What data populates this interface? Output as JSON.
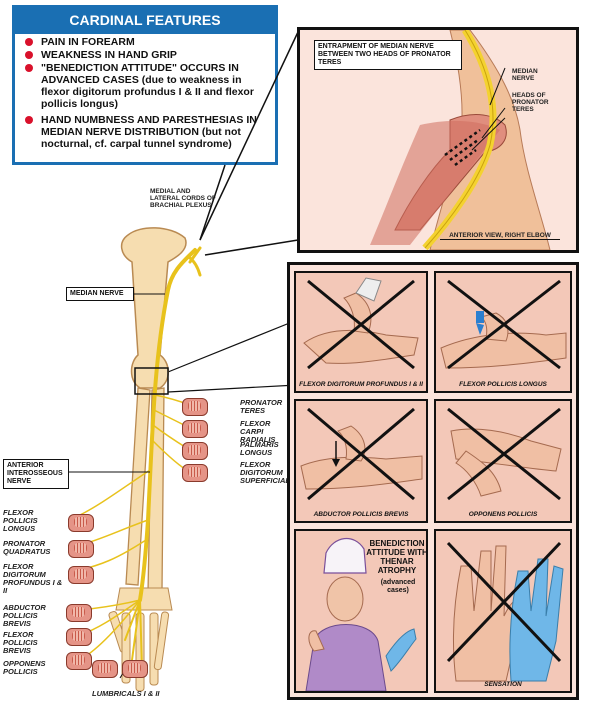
{
  "cardinal_features": {
    "title": "CARDINAL FEATURES",
    "items": [
      "PAIN IN FOREARM",
      "WEAKNESS IN HAND GRIP",
      "\"BENEDICTION ATTITUDE\" OCCURS IN ADVANCED CASES (due to weakness in flexor digitorum profundus I & II and flexor pollicis longus)",
      "HAND NUMBNESS AND PARESTHESIAS IN MEDIAN NERVE DISTRIBUTION (but not nocturnal, cf. carpal tunnel syndrome)"
    ]
  },
  "entrapment_panel": {
    "title": "ENTRAPMENT OF MEDIAN NERVE BETWEEN TWO HEADS OF PRONATOR TERES",
    "label_median_nerve": "MEDIAN NERVE",
    "label_heads": "HEADS OF PRONATOR TERES",
    "caption": "ANTERIOR VIEW, RIGHT ELBOW"
  },
  "arm_labels": {
    "cords": "MEDIAL AND LATERAL CORDS OF BRACHIAL PLEXUS",
    "median_nerve": "MEDIAN NERVE",
    "anterior_interosseous": "ANTERIOR INTEROSSEOUS NERVE",
    "lumbricals": "LUMBRICALS I & II"
  },
  "muscles_right": [
    "PRONATOR TERES",
    "FLEXOR CARPI RADIALIS",
    "PALMARIS LONGUS",
    "FLEXOR DIGITORUM SUPERFICIALIS"
  ],
  "muscles_left": [
    "FLEXOR POLLICIS LONGUS",
    "PRONATOR QUADRATUS",
    "FLEXOR DIGITORUM PROFUNDUS I & II",
    "ABDUCTOR POLLICIS BREVIS",
    "FLEXOR POLLICIS BREVIS",
    "OPPONENS POLLICIS"
  ],
  "tests": {
    "fdp": "FLEXOR DIGITORUM PROFUNDUS I & II",
    "fpl": "FLEXOR POLLICIS LONGUS",
    "apb": "ABDUCTOR POLLICIS BREVIS",
    "op": "OPPONENS POLLICIS",
    "sensation": "SENSATION",
    "benediction": "BENEDICTION ATTITUDE WITH THENAR ATROPHY",
    "benediction_note": "(advanced cases)"
  },
  "colors": {
    "accent_blue": "#1a6fb3",
    "bullet_red": "#d9112b",
    "panel_bg": "#fbe4dc",
    "nerve_yellow": "#f2d22e",
    "sensory_blue": "#6fb7e8"
  }
}
